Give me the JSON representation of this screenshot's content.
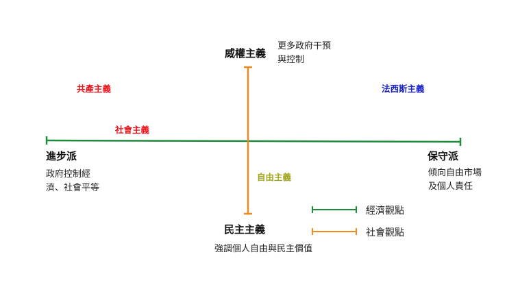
{
  "colors": {
    "economic_axis": "#1e8a3c",
    "social_axis": "#f08a1e",
    "communism": "#e8141c",
    "socialism": "#e8141c",
    "fascism": "#1a22c8",
    "liberalism": "#a3a61c",
    "text": "#111111"
  },
  "axes": {
    "top": {
      "label": "威權主義",
      "description_line1": "更多政府干預",
      "description_line2": "與控制"
    },
    "bottom": {
      "label": "民主主義",
      "description": "強調個人自由與民主價值"
    },
    "left": {
      "label": "進步派",
      "description_line1": "政府控制經",
      "description_line2": "濟、社會平等"
    },
    "right": {
      "label": "保守派",
      "description_line1": "傾向自由市場",
      "description_line2": "及個人責任"
    }
  },
  "ideologies": [
    {
      "label": "共產主義",
      "color": "#e8141c"
    },
    {
      "label": "社會主義",
      "color": "#e8141c"
    },
    {
      "label": "法西斯主義",
      "color": "#1a22c8"
    },
    {
      "label": "自由主義",
      "color": "#a3a61c"
    }
  ],
  "legend": [
    {
      "label": "經濟觀點",
      "color": "#1e8a3c"
    },
    {
      "label": "社會觀點",
      "color": "#f08a1e"
    }
  ]
}
